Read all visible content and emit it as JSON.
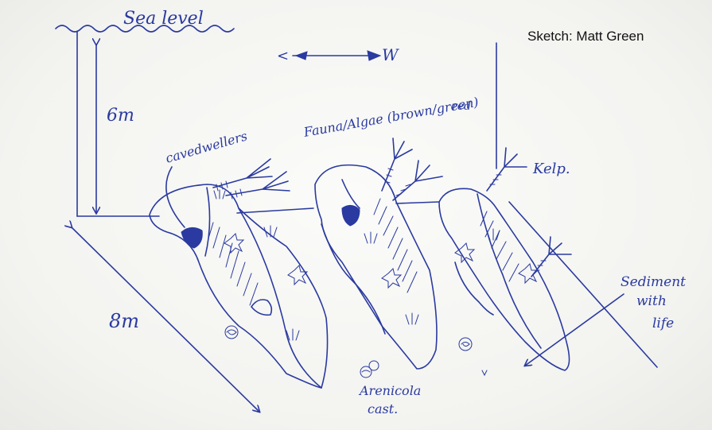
{
  "credit": "Sketch: Matt Green",
  "labels": {
    "sea_level": "Sea level",
    "depth": "6m",
    "length": "8m",
    "direction_w": "W",
    "cave_dwellers": "cavedwellers",
    "fauna_algae": "Fauna/Algae (brown/green)",
    "fauna_algae_red": "red",
    "kelp": "Kelp.",
    "sediment_line1": "Sediment",
    "sediment_line2": "with",
    "sediment_line3": "life",
    "arenicola_line1": "Arenicola",
    "arenicola_line2": "cast."
  },
  "colors": {
    "ink": "#2a3aa0",
    "paper": "#f6f6f4",
    "credit_text": "#111111"
  }
}
